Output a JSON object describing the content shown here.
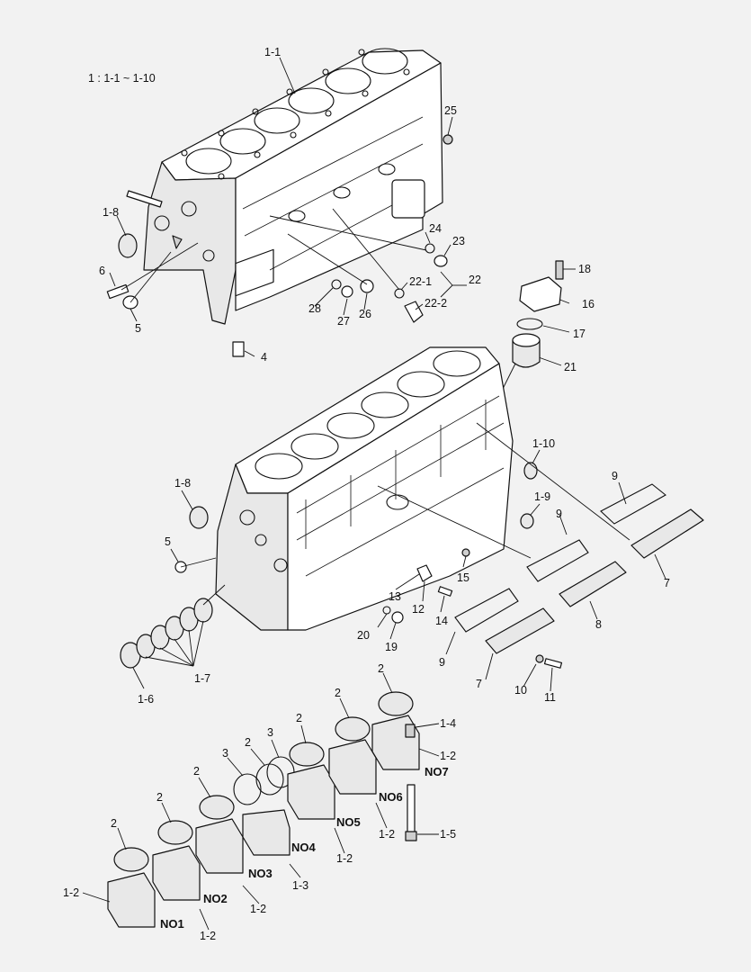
{
  "header_note": "1 : 1-1 ~ 1-10",
  "labels": {
    "l1_1": "1-1",
    "l1_2": "1-2",
    "l1_3": "1-3",
    "l1_4": "1-4",
    "l1_5": "1-5",
    "l1_6": "1-6",
    "l1_7": "1-7",
    "l1_8": "1-8",
    "l1_9": "1-9",
    "l1_10": "1-10",
    "l2": "2",
    "l3": "3",
    "l4": "4",
    "l5": "5",
    "l6": "6",
    "l7": "7",
    "l8": "8",
    "l9": "9",
    "l10": "10",
    "l11": "11",
    "l12": "12",
    "l13": "13",
    "l14": "14",
    "l15": "15",
    "l16": "16",
    "l17": "17",
    "l18": "18",
    "l19": "19",
    "l20": "20",
    "l21": "21",
    "l22": "22",
    "l22_1": "22-1",
    "l22_2": "22-2",
    "l23": "23",
    "l24": "24",
    "l25": "25",
    "l26": "26",
    "l27": "27",
    "l28": "28"
  },
  "caps": {
    "no1": "NO1",
    "no2": "NO2",
    "no3": "NO3",
    "no4": "NO4",
    "no5": "NO5",
    "no6": "NO6",
    "no7": "NO7"
  },
  "colors": {
    "background": "#f2f2f2",
    "ink": "#111111"
  }
}
